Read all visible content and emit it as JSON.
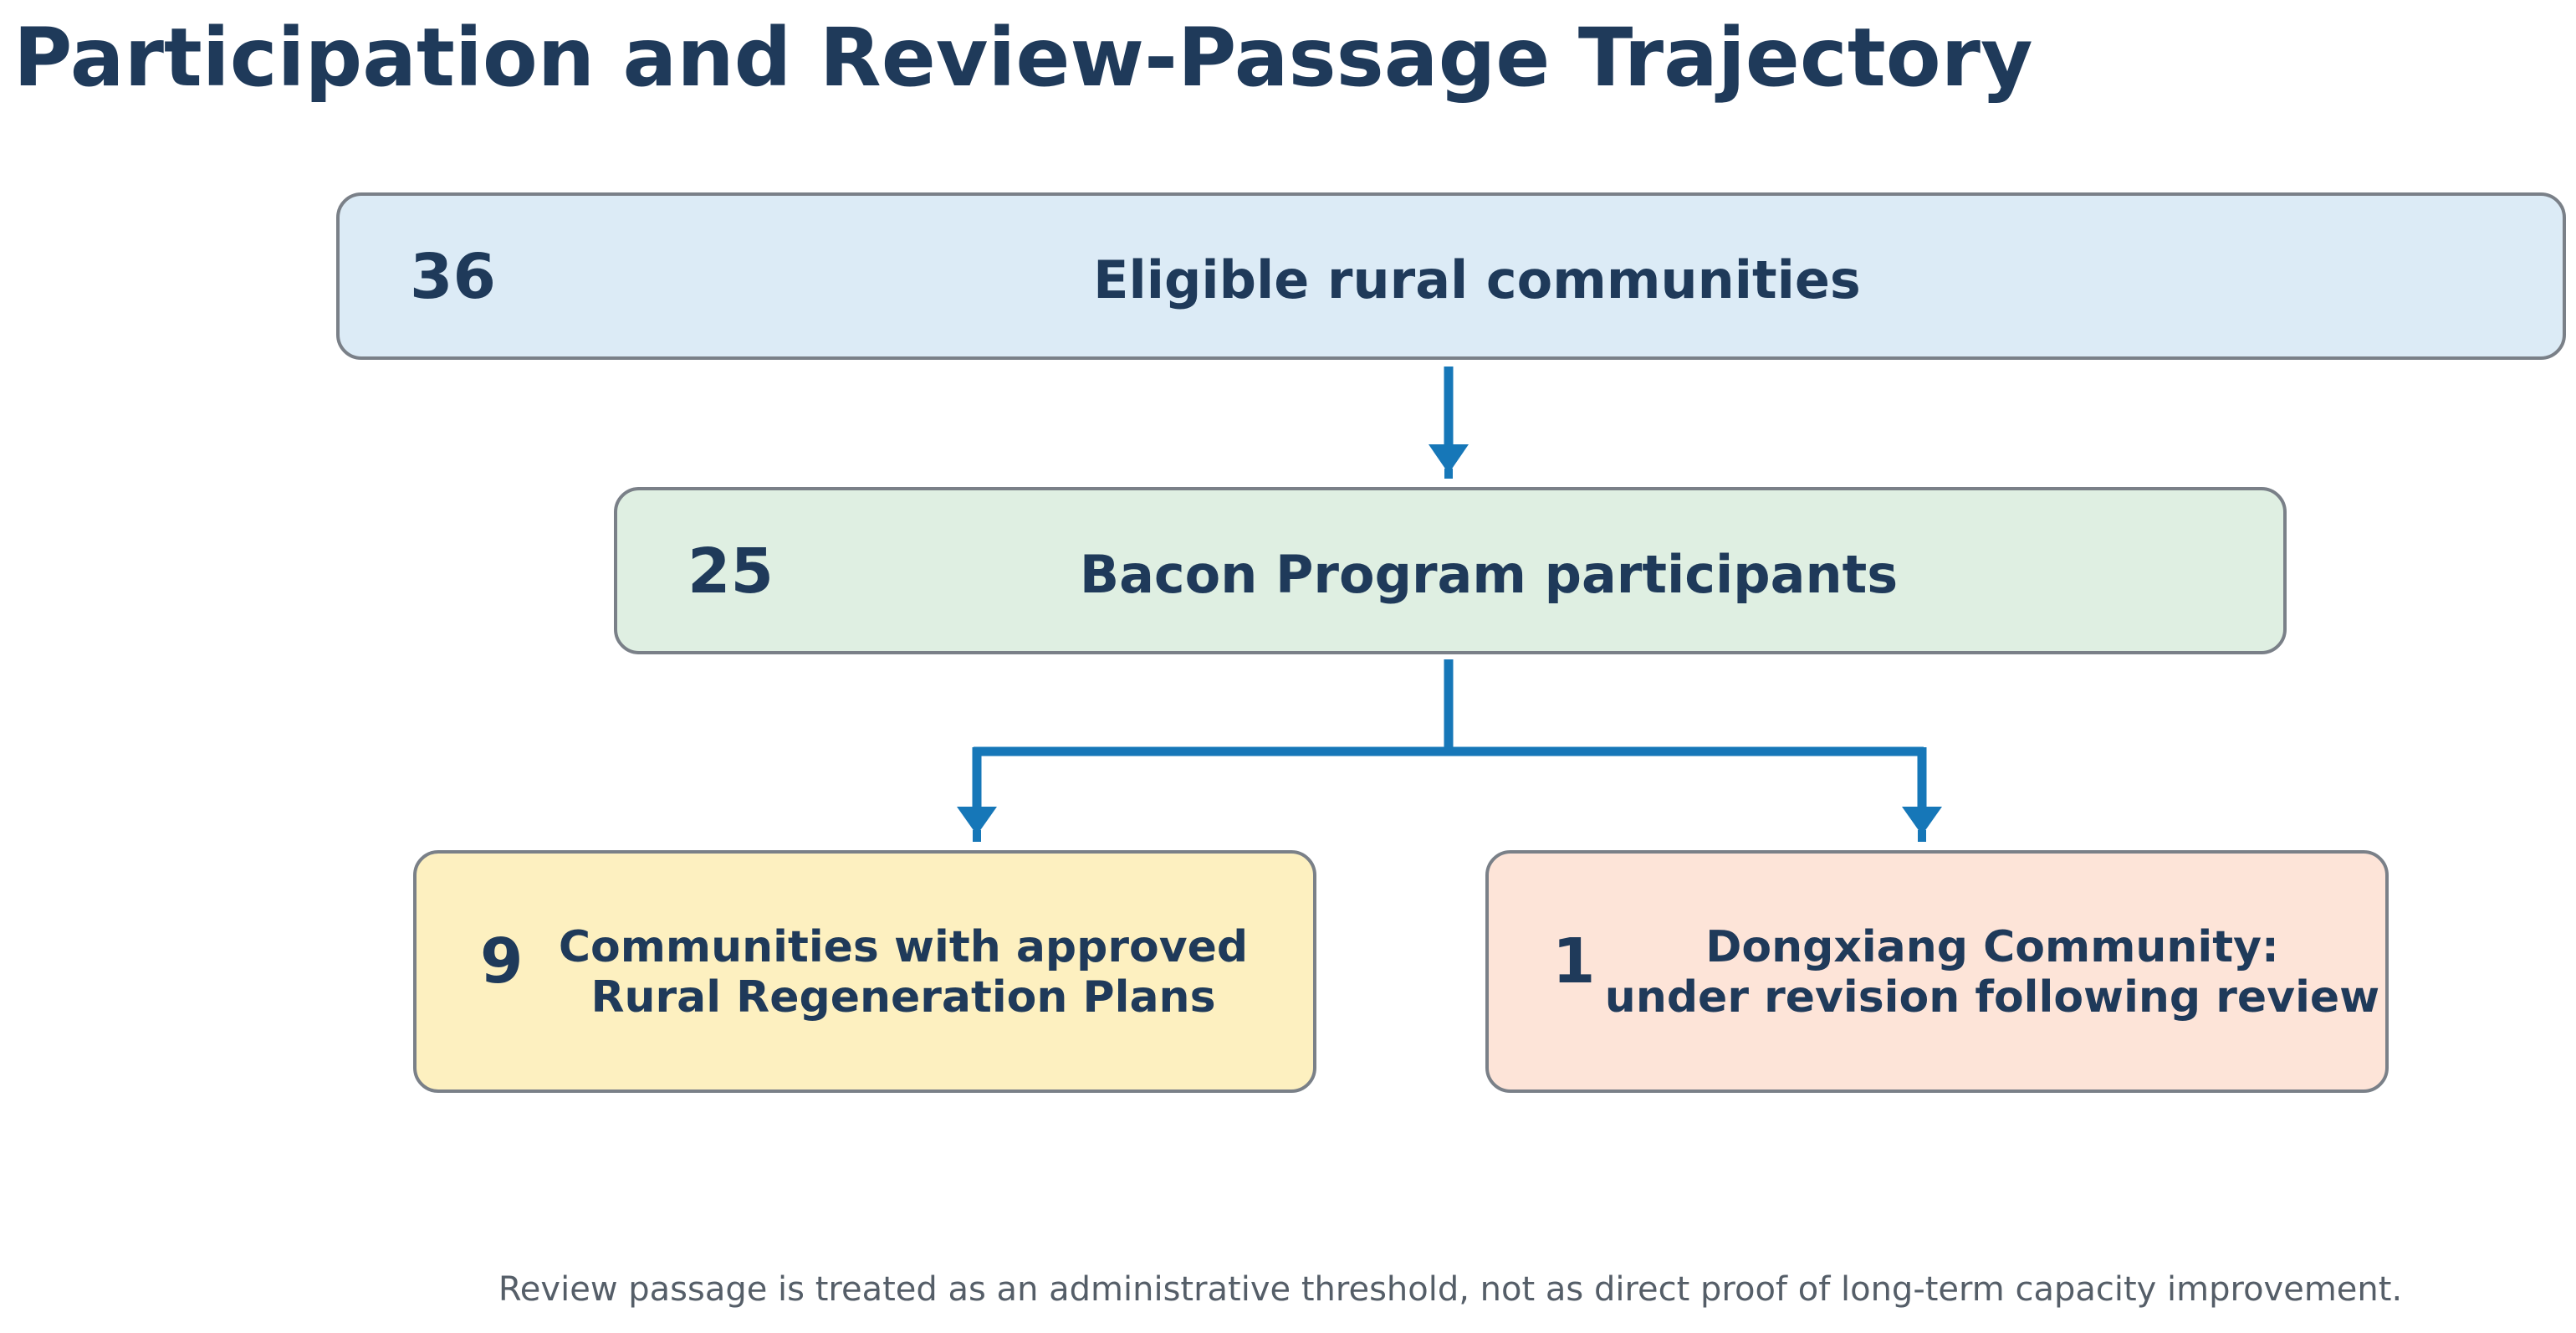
{
  "title": "Participation and Review-Passage Trajectory",
  "colors": {
    "text": "#1f3a5a",
    "arrow": "#1677b8",
    "border": "#7a8088",
    "eligible_fill": "#dcebf6",
    "participants_fill": "#dfefe2",
    "approved_fill": "#fdf0c0",
    "revision_fill": "#fde4d8",
    "footnote": "#555e68"
  },
  "stages": {
    "eligible": {
      "count": "36",
      "label": "Eligible rural communities"
    },
    "participants": {
      "count": "25",
      "label": "Bacon Program participants"
    },
    "approved": {
      "count": "9",
      "label_line1": "Communities with approved",
      "label_line2": "Rural Regeneration Plans"
    },
    "revision": {
      "count": "1",
      "label_line1": "Dongxiang Community:",
      "label_line2": "under revision following review"
    }
  },
  "footnote": "Review passage is treated as an administrative threshold, not as direct proof of long-term capacity improvement."
}
